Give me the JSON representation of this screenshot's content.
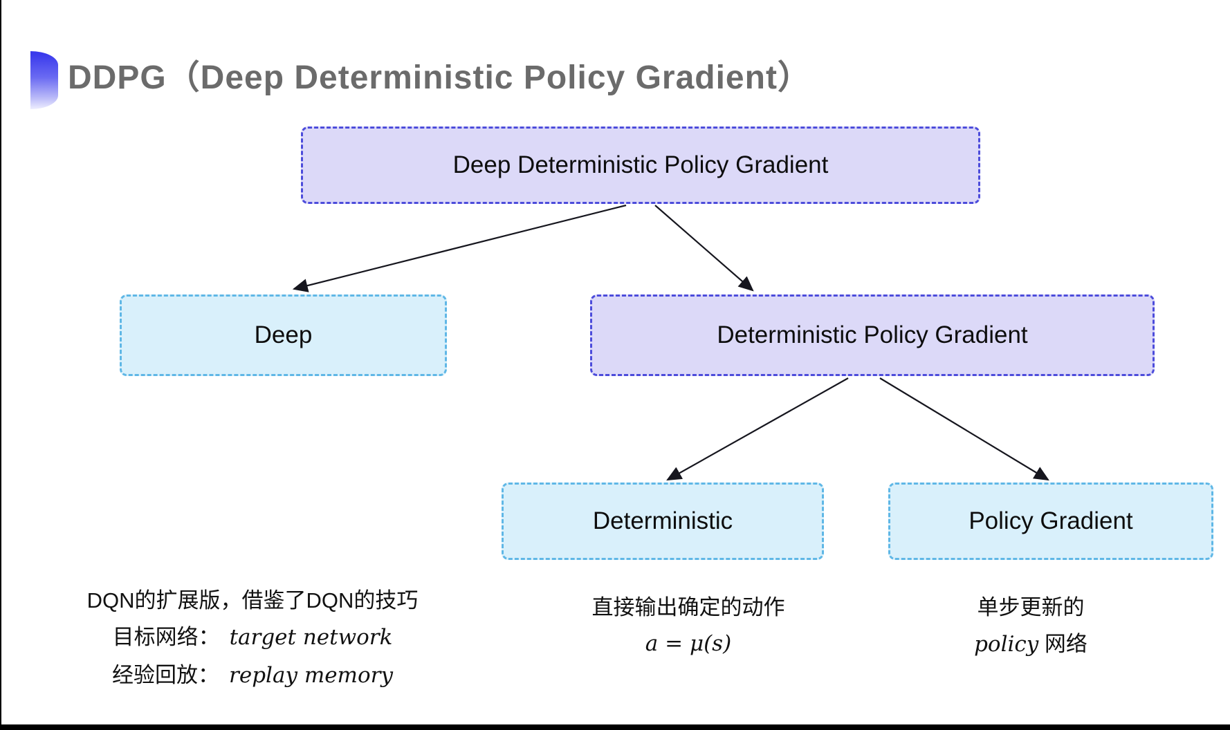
{
  "slide": {
    "title": "DDPG（Deep Deterministic Policy Gradient）"
  },
  "tree": {
    "root": {
      "label": "Deep Deterministic Policy Gradient",
      "variant": "purple"
    },
    "level2": [
      {
        "label": "Deep",
        "variant": "cyan"
      },
      {
        "label": "Deterministic Policy Gradient",
        "variant": "purple"
      }
    ],
    "level3": [
      {
        "label": "Deterministic",
        "variant": "cyan"
      },
      {
        "label": "Policy Gradient",
        "variant": "cyan"
      }
    ]
  },
  "notes": {
    "deep": {
      "line1": "DQN的扩展版，借鉴了DQN的技巧",
      "line2_zh": "目标网络：",
      "line2_en": "target network",
      "line3_zh": "经验回放：",
      "line3_en": "replay memory"
    },
    "deterministic": {
      "line1": "直接输出确定的动作",
      "formula": "a = μ(s)"
    },
    "policy_gradient": {
      "line1": "单步更新的",
      "line2_it": "policy",
      "line2_zh": "网络"
    }
  },
  "colors": {
    "purple_fill": "#dcd9f8",
    "purple_border": "#4c4cdb",
    "cyan_fill": "#d9f0fb",
    "cyan_border": "#5fb7e6",
    "title_gray": "#6b6b6b",
    "arrow": "#16161e"
  }
}
